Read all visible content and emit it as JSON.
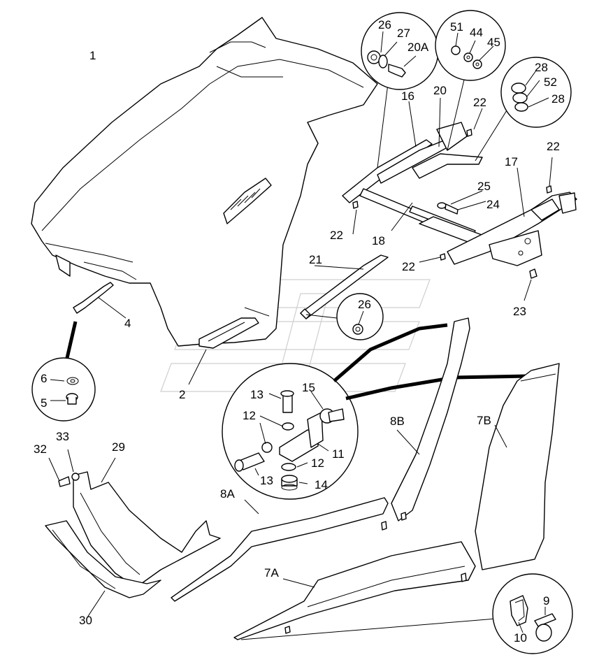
{
  "labels": {
    "l1": "1",
    "l2": "2",
    "l4": "4",
    "l5": "5",
    "l6": "6",
    "l7A": "7A",
    "l7B": "7B",
    "l8A": "8A",
    "l8B": "8B",
    "l9": "9",
    "l10": "10",
    "l11": "11",
    "l12a": "12",
    "l12b": "12",
    "l13a": "13",
    "l13b": "13",
    "l14": "14",
    "l15": "15",
    "l16": "16",
    "l17": "17",
    "l18": "18",
    "l20": "20",
    "l20A": "20A",
    "l21": "21",
    "l22a": "22",
    "l22b": "22",
    "l22c": "22",
    "l22d": "22",
    "l23": "23",
    "l24": "24",
    "l25": "25",
    "l26a": "26",
    "l26b": "26",
    "l27": "27",
    "l28a": "28",
    "l28b": "28",
    "l29": "29",
    "l30": "30",
    "l32": "32",
    "l33": "33",
    "l44": "44",
    "l45": "45",
    "l51": "51",
    "l52": "52"
  }
}
